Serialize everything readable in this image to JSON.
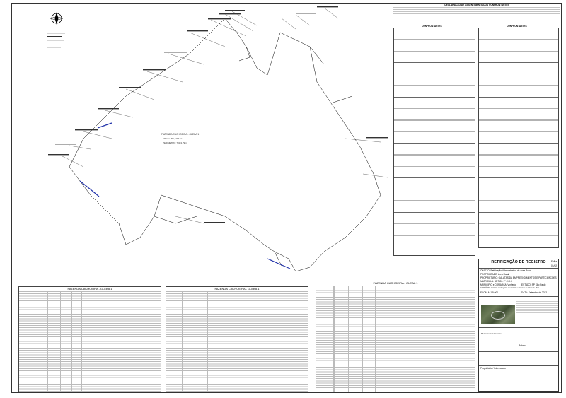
{
  "farm": {
    "name": "FAZENDA CACHOEIRA - GLEBA 1",
    "area": "AREA= 356,1217 ha",
    "perimeter": "PERIMETRO: 7.383,79 m"
  },
  "header_notes": {
    "title": "DECLARAÇÃO DE ASSENTIMENTO DOS CONFRONTANTES"
  },
  "conf_table": {
    "title_left": "CONFRONTANTES",
    "title_right": "CONFRONTANTES"
  },
  "coord_tables": {
    "title": "FAZENDA CACHOEIRA - GLEBA 1"
  },
  "title_block": {
    "heading": "RETIFICAÇÃO DE REGISTRO",
    "folha_label": "Folha",
    "folha_value": "01/02",
    "objeto": "OBJETO: Retificação Administrativa de Área Rural",
    "propriedade": "PROPRIEDADE: Área Rural",
    "proprietario": "PROPRIETARIO: GALATAS DA EMPREENDIMENTOS E PARTICIPAÇÕES",
    "matricula": "MATRICULA: 40.765 - 1° C.R.I.",
    "municipio": "MUNICIPIO e COMARCA: Vinhedo",
    "estado": "ESTADO: SP  São Paulo",
    "cartorio": "CARTÓRIO: Cartório de Registro de Imóveis e Anexos de Vinhedo - SP",
    "escala": "ESCALA: 1:5.000",
    "data": "DATA: Setembro de 2022",
    "responsavel": "Responsável Técnico",
    "proprietario_sign": "Proprietário / Interessado",
    "rubrica": "Rubrica"
  }
}
